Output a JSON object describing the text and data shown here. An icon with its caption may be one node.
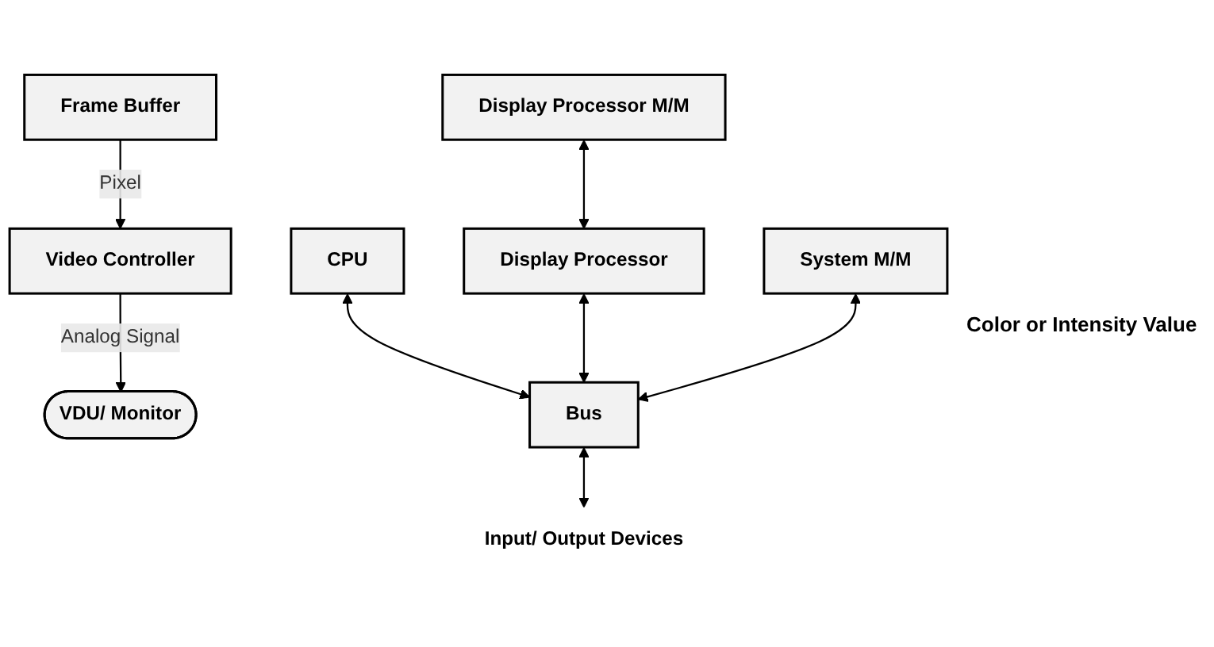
{
  "diagram": {
    "nodes": [
      {
        "text": [
          "Display Processor M/M"
        ]
      },
      {
        "text": [
          "Frame Buffer"
        ]
      },
      {
        "text": [
          "Video Controller"
        ]
      },
      {
        "text": [
          "VDU/ Monitor"
        ]
      },
      {
        "text": [
          "CPU"
        ]
      },
      {
        "text": [
          "Display Processor"
        ]
      },
      {
        "text": [
          "System M/M"
        ]
      },
      {
        "text": [
          "Bus"
        ]
      },
      {
        "text": [
          "Input/ Output Devices"
        ]
      }
    ],
    "edges": [
      {
        "from": 1,
        "to": 2,
        "arrow": "to",
        "label": "Pixel"
      },
      {
        "from": 2,
        "to": 3,
        "arrow": "to",
        "label": "Analog Signal"
      },
      {
        "from": 0,
        "to": 5,
        "arrow": "both"
      },
      {
        "from": 4,
        "to": 7,
        "arrow": "both"
      },
      {
        "from": 5,
        "to": 7,
        "arrow": "both"
      },
      {
        "from": 6,
        "to": 7,
        "arrow": "both"
      },
      {
        "from": 7,
        "to": 8,
        "arrow": "both"
      }
    ],
    "labels": [
      "Color or Intensity Value"
    ]
  }
}
